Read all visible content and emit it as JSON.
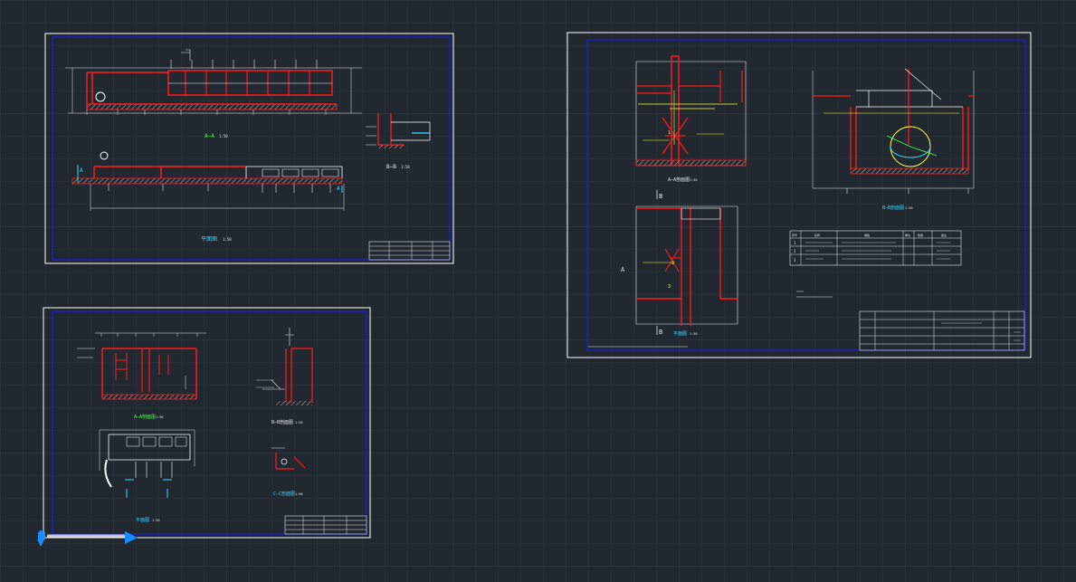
{
  "app": {
    "name": "CAD drawing viewer",
    "background_color": "#212830",
    "grid_color": "#2c343e",
    "grid_major_color": "#333c47"
  },
  "colors": {
    "sheet_border": "#ffffff",
    "frame_border": "#1a1aff",
    "wall": "#ff1a1a",
    "hatch": "#c8c8c8",
    "dim": "#e8e8e8",
    "text_cyan": "#38d8ff",
    "text_green": "#4cff4c",
    "yellow": "#ffff33",
    "ucs_blue": "#1a8cff"
  },
  "sheets": [
    {
      "id": "sheet-1",
      "views": [
        {
          "name": "section-a-a",
          "label": "A—A",
          "scale": "1:50"
        },
        {
          "name": "plan-view",
          "label": "平面图",
          "scale": "1:50"
        },
        {
          "name": "section-b-b",
          "label": "B—B",
          "scale": "1:50"
        }
      ],
      "section_marks": [
        "A",
        "A"
      ],
      "title_block": {
        "rows": 4
      }
    },
    {
      "id": "sheet-2",
      "views": [
        {
          "name": "section-a-a",
          "label": "A—A剖面图",
          "scale": "1:50"
        },
        {
          "name": "section-b-b",
          "label": "B—B剖面图",
          "scale": "1:50"
        },
        {
          "name": "plan-view",
          "label": "平面图",
          "scale": "1:50"
        }
      ],
      "section_marks": [
        "B",
        "A",
        "B"
      ],
      "callouts": [
        "1",
        "2",
        "3"
      ],
      "material_table": {
        "headers": [
          "序号",
          "名称",
          "规格",
          "单位",
          "数量",
          "备注"
        ],
        "rows": [
          {
            "no": "1",
            "name": "",
            "spec": "",
            "unit": "",
            "qty": "",
            "note": ""
          },
          {
            "no": "2",
            "name": "",
            "spec": "",
            "unit": "",
            "qty": "",
            "note": ""
          },
          {
            "no": "3",
            "name": "",
            "spec": "",
            "unit": "",
            "qty": "",
            "note": ""
          }
        ]
      },
      "title_block": {
        "rows": 5
      }
    },
    {
      "id": "sheet-3",
      "views": [
        {
          "name": "section-a-a",
          "label": "A—A剖面图",
          "scale": "1:50"
        },
        {
          "name": "section-b-b",
          "label": "B—B剖面图",
          "scale": "1:50"
        },
        {
          "name": "plan-view",
          "label": "平面图",
          "scale": "1:50"
        },
        {
          "name": "section-c-c",
          "label": "C—C剖面图",
          "scale": "1:50"
        }
      ],
      "title_block": {
        "rows": 4
      }
    }
  ],
  "ucs_icon": {
    "name": "ucs-icon"
  }
}
